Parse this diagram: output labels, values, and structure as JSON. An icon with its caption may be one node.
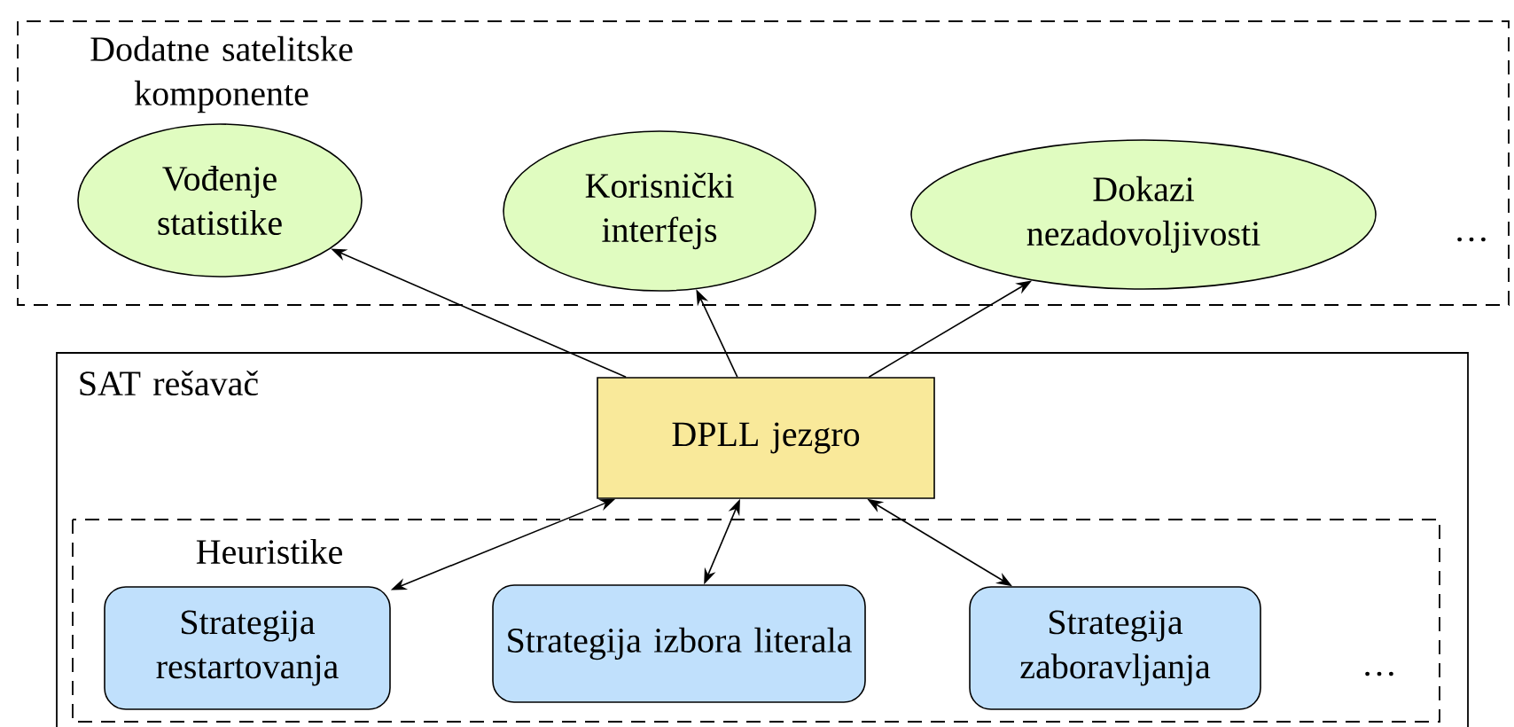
{
  "diagram": {
    "nodes": [
      {
        "text": [
          "Dodatne satelitske komponente"
        ]
      },
      {
        "text": [
          "Vođenje statistike"
        ],
        "in": 0
      },
      {
        "text": [
          "Korisnički interfejs"
        ],
        "in": 0
      },
      {
        "text": [
          "Dokazi nezadovoljivosti"
        ],
        "in": 0
      },
      {
        "text": [
          "SAT rešavač"
        ]
      },
      {
        "text": [
          "DPLL jezgro"
        ],
        "in": 4
      },
      {
        "text": [
          "Heuristike"
        ],
        "in": 4
      },
      {
        "text": [
          "Strategija restartovanja"
        ],
        "in": 6
      },
      {
        "text": [
          "Strategija izbora literala"
        ],
        "in": 6
      },
      {
        "text": [
          "Strategija zaboravljanja"
        ],
        "in": 6
      }
    ],
    "edges": [
      {
        "from": 5,
        "to": 1,
        "arrow": "to"
      },
      {
        "from": 5,
        "to": 2,
        "arrow": "to"
      },
      {
        "from": 5,
        "to": 3,
        "arrow": "to"
      },
      {
        "from": 5,
        "to": 7,
        "arrow": "both"
      },
      {
        "from": 5,
        "to": 8,
        "arrow": "both"
      },
      {
        "from": 5,
        "to": 9,
        "arrow": "both"
      }
    ],
    "labels": [
      "…",
      "…"
    ]
  }
}
